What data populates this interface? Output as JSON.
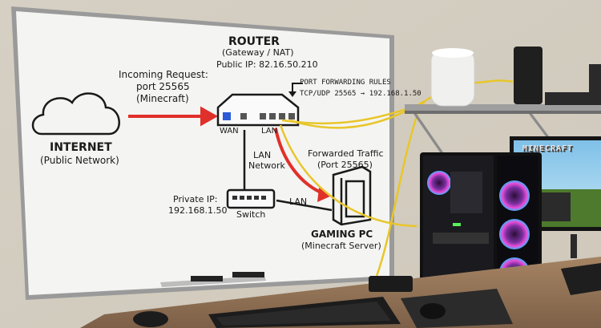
{
  "whiteboard": {
    "router_title": "ROUTER",
    "router_subtitle": "(Gateway / NAT)",
    "public_ip": "Public IP: 82.16.50.210",
    "incoming_line1": "Incoming Request:",
    "incoming_line2": "port 25565",
    "incoming_line3": "(Minecraft)",
    "port_forwarding_title": "PORT FORWARDING RULES",
    "port_forwarding_rule": "TCP/UDP 25565 → 192.168.1.50",
    "wan_label": "WAN",
    "lan_label": "LAN",
    "internet_title": "INTERNET",
    "internet_subtitle": "(Public Network)",
    "lan_network_line1": "LAN",
    "lan_network_line2": "Network",
    "forwarded_line1": "Forwarded Traffic",
    "forwarded_line2": "(Port 25565)",
    "private_ip_line1": "Private IP:",
    "private_ip_line2": "192.168.1.50",
    "switch_label": "Switch",
    "lan_link_label": "LAN",
    "gaming_pc_title": "GAMING PC",
    "gaming_pc_subtitle": "(Minecraft Server)"
  },
  "monitor": {
    "logo_text": "MINECRAFT"
  },
  "colors": {
    "wall": "#d9d3c8",
    "whiteboard": "#f4f4f2",
    "marker": "#1a1a1a",
    "red_arrow": "#e0302a",
    "cable_yellow": "#e8c62a",
    "rgb_pink": "#e94cd6",
    "rgb_blue": "#3fb4ff"
  },
  "icons": [
    "cloud-icon",
    "router-icon",
    "switch-icon",
    "pc-tower-icon",
    "power-icon"
  ]
}
